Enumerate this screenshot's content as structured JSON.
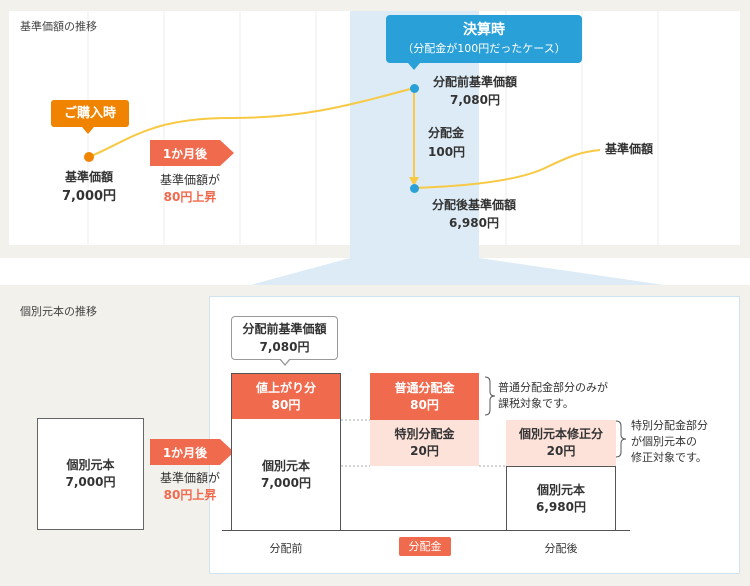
{
  "top": {
    "title": "基準価額の推移",
    "purchase_tag": "ご購入時",
    "purchase_label_1": "基準価額",
    "purchase_label_2": "7,000円",
    "arrow": "1か月後",
    "rise_1": "基準価額が",
    "rise_2": "80円上昇",
    "settlement_title": "決算時",
    "settlement_sub": "（分配金が100円だったケース）",
    "before_1": "分配前基準価額",
    "before_2": "7,080円",
    "dist_1": "分配金",
    "dist_2": "100円",
    "after_1": "分配後基準価額",
    "after_2": "6,980円",
    "nav_label": "基準価額"
  },
  "bottom": {
    "title": "個別元本の推移",
    "initial_1": "個別元本",
    "initial_2": "7,000円",
    "arrow": "1か月後",
    "rise_1": "基準価額が",
    "rise_2": "80円上昇",
    "callout_1": "分配前基準価額",
    "callout_2": "7,080円",
    "gain_1": "値上がり分",
    "gain_2": "80円",
    "principal_1": "個別元本",
    "principal_2": "7,000円",
    "ordinary_1": "普通分配金",
    "ordinary_2": "80円",
    "special_1": "特別分配金",
    "special_2": "20円",
    "correction_1": "個別元本修正分",
    "correction_2": "20円",
    "new_principal_1": "個別元本",
    "new_principal_2": "6,980円",
    "note_ordinary_1": "普通分配金部分のみが",
    "note_ordinary_2": "課税対象です。",
    "note_special_1": "特別分配金部分",
    "note_special_2": "が個別元本の",
    "note_special_3": "修正対象です。",
    "axis_before": "分配前",
    "axis_dist": "分配金",
    "axis_after": "分配後"
  },
  "colors": {
    "orange": "#f08300",
    "red": "#f06a4e",
    "pink": "#fde2da",
    "blue": "#2aa0d8",
    "highlight": "#dcebf5"
  }
}
